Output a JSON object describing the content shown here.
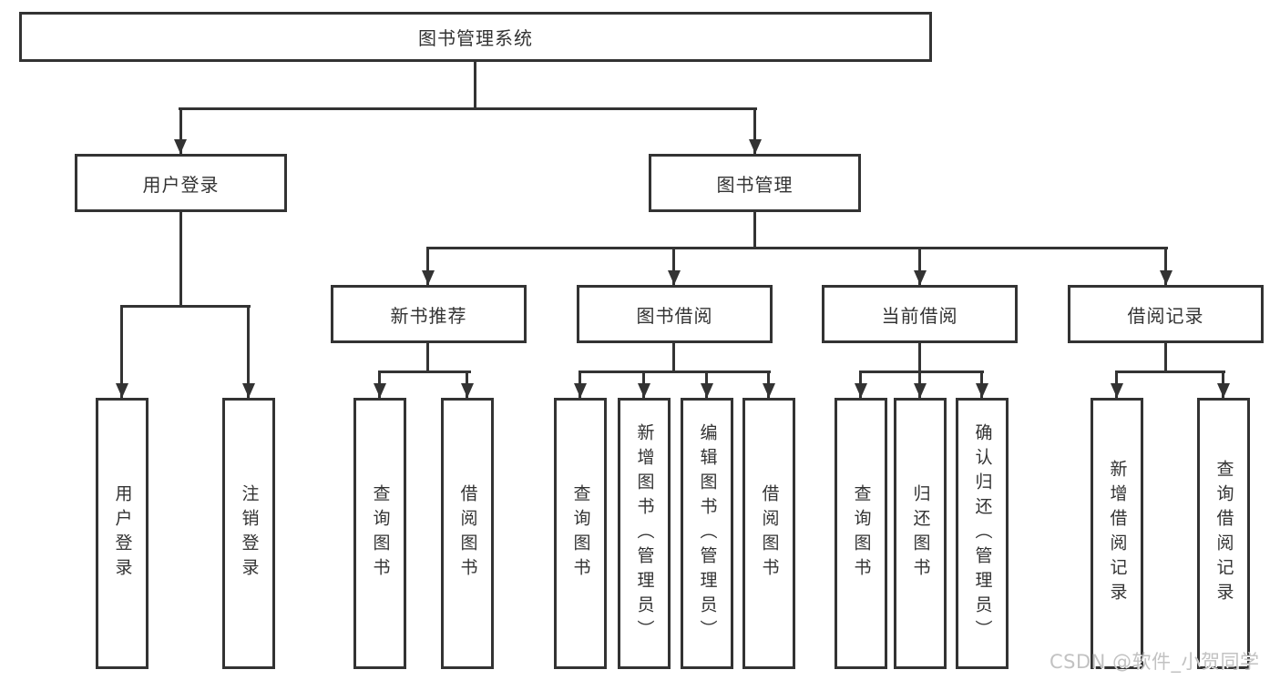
{
  "colors": {
    "line": "#333333",
    "text": "#333333",
    "background": "#ffffff",
    "watermark": "#c2c2c2"
  },
  "watermark": {
    "text": "CSDN @软件_小贺同学"
  },
  "tree": {
    "label": "图书管理系统",
    "children": [
      {
        "label": "用户登录",
        "children": [
          {
            "label": "用户登录"
          },
          {
            "label": "注销登录"
          }
        ]
      },
      {
        "label": "图书管理",
        "children": [
          {
            "label": "新书推荐",
            "children": [
              {
                "label": "查询图书"
              },
              {
                "label": "借阅图书"
              }
            ]
          },
          {
            "label": "图书借阅",
            "children": [
              {
                "label": "查询图书"
              },
              {
                "label": "新增图书（管理员）"
              },
              {
                "label": "编辑图书（管理员）"
              },
              {
                "label": "借阅图书"
              }
            ]
          },
          {
            "label": "当前借阅",
            "children": [
              {
                "label": "查询图书"
              },
              {
                "label": "归还图书"
              },
              {
                "label": "确认归还（管理员）"
              }
            ]
          },
          {
            "label": "借阅记录",
            "children": [
              {
                "label": "新增借阅记录"
              },
              {
                "label": "查询借阅记录"
              }
            ]
          }
        ]
      }
    ]
  }
}
